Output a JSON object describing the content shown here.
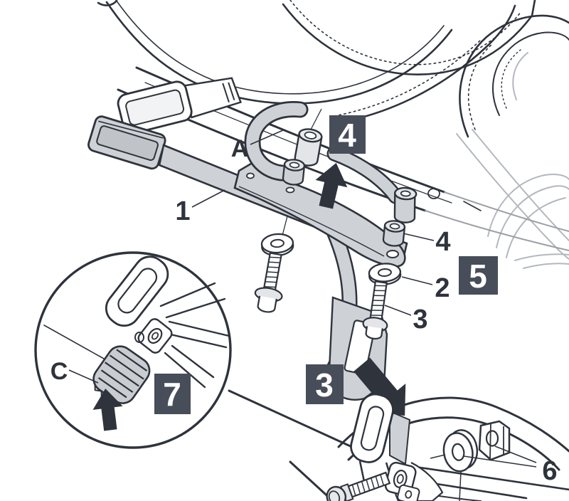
{
  "diagram": {
    "background": "#ffffff",
    "colors": {
      "line": "#2e333c",
      "faded_line": "#b3b8be",
      "part_fill": "#ced2d6",
      "part_fill_light": "#e3e5e8",
      "rubber_fill": "#c9cdd1",
      "badge_bg": "#474d59",
      "badge_text": "#ffffff"
    },
    "part_labels": [
      {
        "id": "label-a",
        "text": "A"
      },
      {
        "id": "label-1",
        "text": "1"
      },
      {
        "id": "label-2",
        "text": "2"
      },
      {
        "id": "label-3",
        "text": "3"
      },
      {
        "id": "label-4",
        "text": "4"
      },
      {
        "id": "label-6",
        "text": "6"
      },
      {
        "id": "label-c",
        "text": "C"
      }
    ],
    "step_badges": [
      {
        "id": "step-4",
        "text": "4"
      },
      {
        "id": "step-5",
        "text": "5"
      },
      {
        "id": "step-3",
        "text": "3"
      },
      {
        "id": "step-7",
        "text": "7"
      }
    ],
    "arrows": [
      {
        "id": "arrow-up-rear-mount",
        "direction": "up"
      },
      {
        "id": "arrow-down-lower-bracket",
        "direction": "down-right"
      },
      {
        "id": "arrow-up-footpeg-cap",
        "direction": "up"
      }
    ],
    "callout": {
      "shape": "circle"
    }
  }
}
